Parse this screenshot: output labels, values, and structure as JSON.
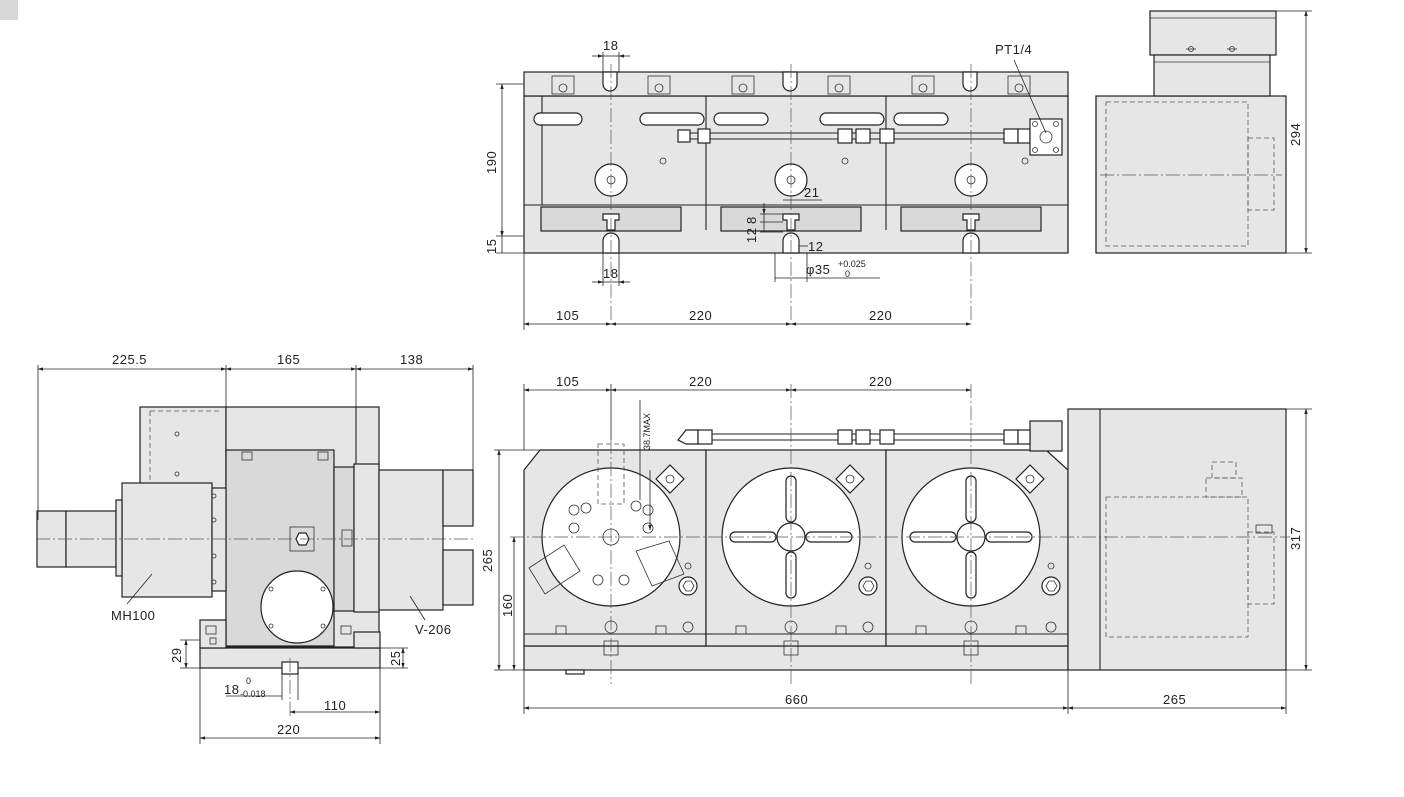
{
  "top_view": {
    "dims": {
      "d18_top": "18",
      "pt": "PT1/4",
      "d294": "294",
      "d190": "190",
      "d15": "15",
      "d21": "21",
      "d8": "8",
      "d12_left": "12",
      "d12_right": "12",
      "d18_bottom": "18",
      "phi35": "φ35",
      "tol_plus": "+0.025",
      "tol_zero": "0",
      "d105": "105",
      "d220_a": "220",
      "d220_b": "220"
    }
  },
  "side_view": {
    "dims": {
      "d225_5": "225.5",
      "d165": "165",
      "d138": "138",
      "mh100": "MH100",
      "v206": "V-206",
      "d29": "29",
      "d25": "25",
      "d18": "18",
      "tol_0": "0",
      "tol_neg": "-0.018",
      "d110": "110",
      "d220": "220"
    }
  },
  "front_view": {
    "dims": {
      "d105": "105",
      "d220_a": "220",
      "d220_b": "220",
      "d38_7": "38.7MAX",
      "d265": "265",
      "d160": "160",
      "d317": "317",
      "d660": "660",
      "d265_b": "265"
    }
  },
  "icons": [
    "corner-marker-icon"
  ]
}
